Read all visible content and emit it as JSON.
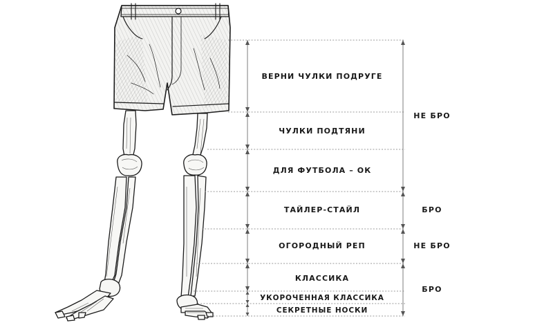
{
  "zones": [
    {
      "id": "return-stockings",
      "label": "ВЕРНИ ЧУЛКИ ПОДРУГЕ"
    },
    {
      "id": "pull-stockings",
      "label": "ЧУЛКИ ПОДТЯНИ"
    },
    {
      "id": "football-ok",
      "label": "ДЛЯ ФУТБОЛА – ОК"
    },
    {
      "id": "tyler-style",
      "label": "ТАЙЛЕР-СТАЙЛ"
    },
    {
      "id": "garden-rap",
      "label": "ОГОРОДНЫЙ РЕП"
    },
    {
      "id": "classic",
      "label": "КЛАССИКА"
    },
    {
      "id": "short-classic",
      "label": "УКОРОЧЕННАЯ КЛАССИКА"
    },
    {
      "id": "secret-socks",
      "label": "СЕКРЕТНЫЕ НОСКИ"
    }
  ],
  "verdicts": [
    {
      "id": "not-bro-1",
      "label": "НЕ БРО"
    },
    {
      "id": "bro-1",
      "label": "БРО"
    },
    {
      "id": "not-bro-2",
      "label": "НЕ БРО"
    },
    {
      "id": "bro-2",
      "label": "БРО"
    }
  ],
  "illustration": {
    "subject": "shorts-on-skeleton-legs",
    "icons": [
      "shorts-icon",
      "skeleton-legs-icon"
    ]
  },
  "colors": {
    "ink": "#1b1b1b",
    "guide": "#9a9a9a",
    "background": "#ffffff"
  }
}
